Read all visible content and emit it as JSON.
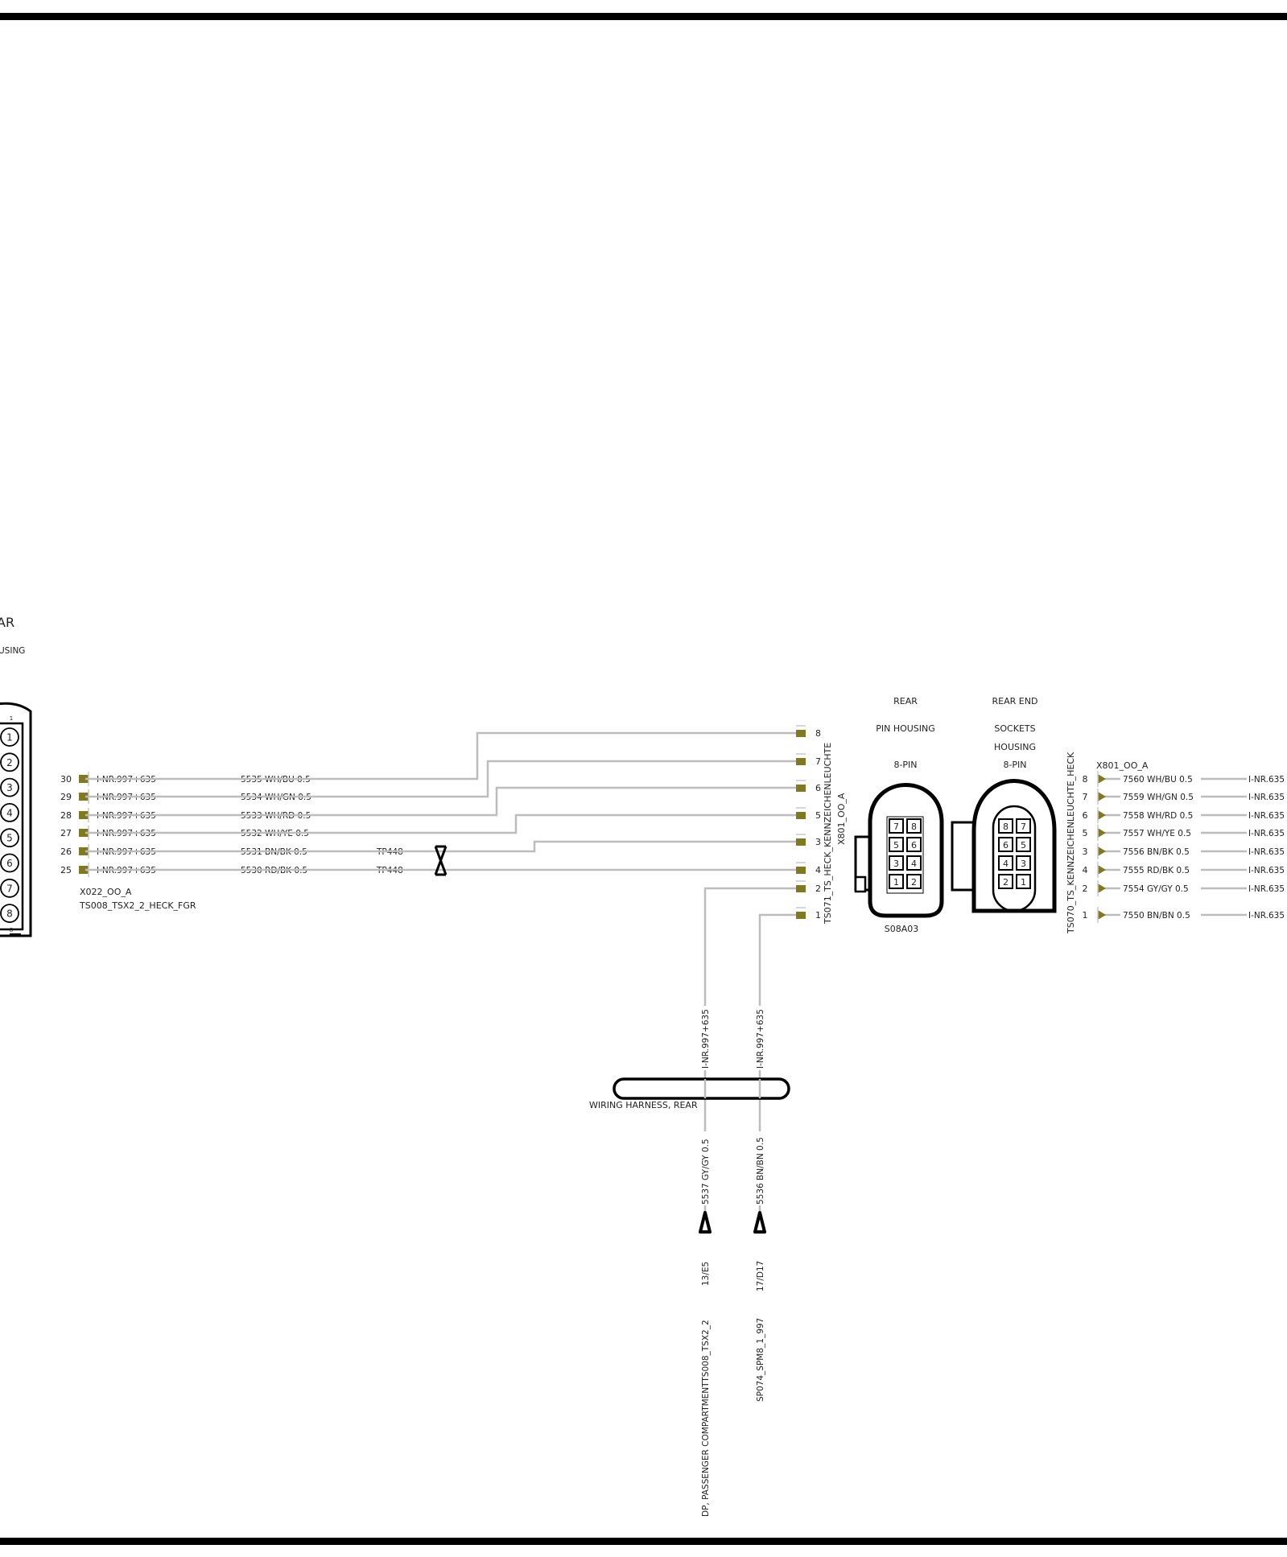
{
  "left_connector": {
    "title_fragment": "AR",
    "subtitle_fragment": "USING",
    "pins": [
      "1",
      "2",
      "3",
      "4",
      "5",
      "6",
      "7",
      "8"
    ],
    "top_tick": "1",
    "bottom_tick": "8",
    "id": "X022_OO_A",
    "name": "TS008_TSX2_2_HECK_FGR"
  },
  "left_wires": [
    {
      "pin": "30",
      "part": "I-NR.997+635",
      "wire": "5535 WH/BU 0.5",
      "tp": ""
    },
    {
      "pin": "29",
      "part": "I-NR.997+635",
      "wire": "5534 WH/GN 0.5",
      "tp": ""
    },
    {
      "pin": "28",
      "part": "I-NR.997+635",
      "wire": "5533 WH/RD 0.5",
      "tp": ""
    },
    {
      "pin": "27",
      "part": "I-NR.997+635",
      "wire": "5532 WH/YE 0.5",
      "tp": ""
    },
    {
      "pin": "26",
      "part": "I-NR.997+635",
      "wire": "5531 BN/BK 0.5",
      "tp": "TP448"
    },
    {
      "pin": "25",
      "part": "I-NR.997+635",
      "wire": "5530 RD/BK 0.5",
      "tp": "TP448"
    }
  ],
  "x801": {
    "pins": [
      "8",
      "7",
      "6",
      "5",
      "3",
      "4",
      "2",
      "1"
    ],
    "label_name": "TS071_TS_HECK_KENNZEICHENLEUCHTE",
    "label_id": "X801_OO_A"
  },
  "pin_housing": {
    "lines": [
      "REAR",
      "PIN HOUSING",
      "8-PIN"
    ],
    "cells": [
      "7",
      "8",
      "5",
      "6",
      "3",
      "4",
      "1",
      "2"
    ],
    "code": "S08A03"
  },
  "socket_housing": {
    "lines": [
      "REAR END",
      "SOCKETS",
      "HOUSING",
      "8-PIN"
    ],
    "cells": [
      "8",
      "7",
      "6",
      "5",
      "4",
      "3",
      "2",
      "1"
    ]
  },
  "right_connector": {
    "vertical_label": "TS070_TS_KENNZEICHENLEUCHTE_HECK",
    "id": "X801_OO_A",
    "rows": [
      {
        "pin": "8",
        "wire": "7560 WH/BU 0.5",
        "part": "I-NR.635"
      },
      {
        "pin": "7",
        "wire": "7559 WH/GN 0.5",
        "part": "I-NR.635"
      },
      {
        "pin": "6",
        "wire": "7558 WH/RD 0.5",
        "part": "I-NR.635"
      },
      {
        "pin": "5",
        "wire": "7557 WH/YE 0.5",
        "part": "I-NR.635"
      },
      {
        "pin": "3",
        "wire": "7556 BN/BK 0.5",
        "part": "I-NR.635"
      },
      {
        "pin": "4",
        "wire": "7555 RD/BK 0.5",
        "part": "I-NR.635"
      },
      {
        "pin": "2",
        "wire": "7554 GY/GY 0.5",
        "part": "I-NR.635"
      },
      {
        "pin": "1",
        "wire": "7550 BN/BN 0.5",
        "part": "I-NR.635"
      }
    ]
  },
  "harness": {
    "label": "WIRING HARNESS, REAR",
    "branches": [
      {
        "upper": "I-NR.997+635",
        "lower": "5537 GY/GY 0.5",
        "ref": "13/E5",
        "dest": "DP, PASSENGER COMPARTMENTTS008_TSX2_2"
      },
      {
        "upper": "I-NR.997+635",
        "lower": "5536 BN/BN 0.5",
        "ref": "17/D17",
        "dest": "SP074_SPM8_1_997"
      }
    ]
  },
  "colors": {
    "wire": "#bdbdbd",
    "terminal": "#7f7a1f",
    "line": "#000000",
    "text": "#222222"
  }
}
